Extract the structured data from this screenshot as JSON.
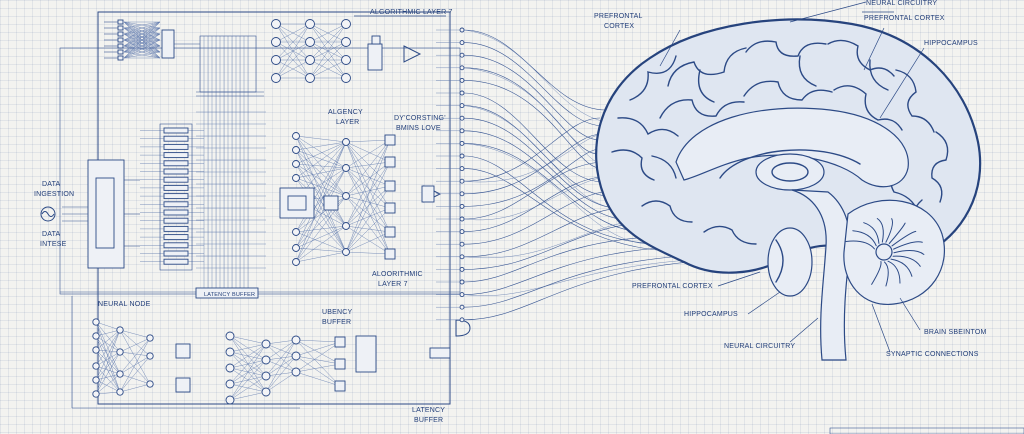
{
  "labels": {
    "algorithmic_layer_top": "ALGORITHMIC LAYER 7",
    "algency_layer": [
      "ALGENCY",
      "LAYER"
    ],
    "dycorsting": [
      "DY'CORSTING'",
      "BMINS LOVE"
    ],
    "alorithmic_layer_mid": [
      "ALOORITHMIC",
      "LAYER 7"
    ],
    "data_ingestion": [
      "DATA",
      "INGESTION"
    ],
    "data_intese": [
      "DATA",
      "INTESE"
    ],
    "latency_buffer_bus": "LATENCY BUFFER",
    "neural_node": "NEURAL NODE",
    "ubency_buffer": [
      "UBENCY",
      "BUFFER"
    ],
    "latency_buffer_bottom": [
      "LATENCY",
      "BUFFER"
    ]
  },
  "brain_labels": {
    "neural_circuitry_top": "NEURAL CIRCUITRY",
    "prefrontal_cortex_left": [
      "PREFRONTAL",
      "CORTEX"
    ],
    "prefrontal_cortex_right": "PREFRONTAL CORTEX",
    "hippocampus_top": "HIPPOCAMPUS",
    "prefrontal_cortex_lower": "PREFRONTAL CORTEX",
    "hippocampus_lower": "HIPPOCAMPUS",
    "brain_sbeintom": "BRAIN SBEINTOM",
    "neural_circuitry_bottom": "NEURAL CIRCUITRY",
    "synaptic_connections": "SYNAPTIC CONNECTIONS"
  },
  "colors": {
    "ink": "#2c4a86",
    "paper": "#f3f3f0",
    "grid": "#465f96"
  }
}
